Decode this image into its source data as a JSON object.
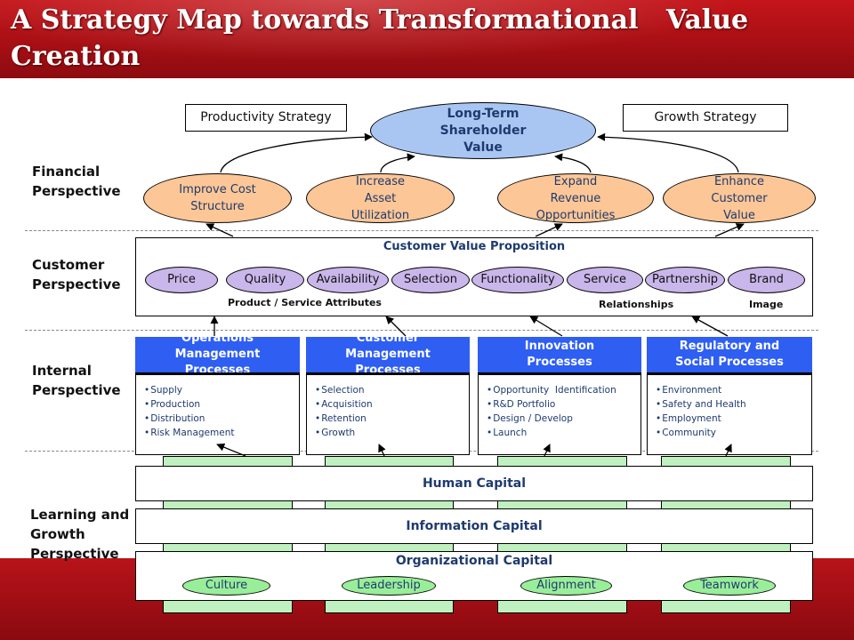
{
  "title": {
    "line1": "A Strategy Map towards Transformational   Value",
    "line2": "Creation"
  },
  "perspectives": {
    "financial": [
      "Financial",
      "Perspective"
    ],
    "customer": [
      "Customer",
      "Perspective"
    ],
    "internal": [
      "Internal",
      "Perspective"
    ],
    "learning": [
      "Learning and",
      "Growth",
      "Perspective"
    ]
  },
  "financial": {
    "productivity_strategy": "Productivity Strategy",
    "growth_strategy": "Growth Strategy",
    "shareholder_value": [
      "Long-Term",
      "Shareholder",
      "Value"
    ],
    "objectives": [
      [
        "Improve Cost",
        "Structure"
      ],
      [
        "Increase",
        "Asset",
        "Utilization"
      ],
      [
        "Expand",
        "Revenue",
        "Opportunities"
      ],
      [
        "Enhance",
        "Customer",
        "Value"
      ]
    ]
  },
  "customer": {
    "title": "Customer Value Proposition",
    "attributes": [
      "Price",
      "Quality",
      "Availability",
      "Selection",
      "Functionality",
      "Service",
      "Partnership",
      "Brand"
    ],
    "groups": {
      "product_service": "Product / Service Attributes",
      "relationships": "Relationships",
      "image": "Image"
    }
  },
  "internal": {
    "processes": [
      {
        "title": [
          "Operations",
          "Management",
          "Processes"
        ],
        "items": [
          "Supply",
          "Production",
          "Distribution",
          "Risk Management"
        ]
      },
      {
        "title": [
          "Customer",
          "Management",
          "Processes"
        ],
        "items": [
          "Selection",
          "Acquisition",
          "Retention",
          "Growth"
        ]
      },
      {
        "title": [
          "Innovation",
          "Processes"
        ],
        "items": [
          "Opportunity  Identification",
          "R&D Portfolio",
          "Design / Develop",
          "Launch"
        ]
      },
      {
        "title": [
          "Regulatory and",
          "Social Processes"
        ],
        "items": [
          "Environment",
          "Safety and Health",
          "Employment",
          "Community"
        ]
      }
    ]
  },
  "learning": {
    "human_capital": "Human Capital",
    "information_capital": "Information Capital",
    "organizational_capital": "Organizational Capital",
    "culture_items": [
      "Culture",
      "Leadership",
      "Alignment",
      "Teamwork"
    ]
  },
  "colors": {
    "header_red": "#b5121b",
    "objective_orange": "#fcc696",
    "shareholder_blue": "#a9c6f3",
    "attribute_purple": "#c9b6ea",
    "process_blue": "#2e5ef2",
    "learning_green": "#bff0bf",
    "culture_green": "#99ee99",
    "text_navy": "#1f3a6e"
  }
}
